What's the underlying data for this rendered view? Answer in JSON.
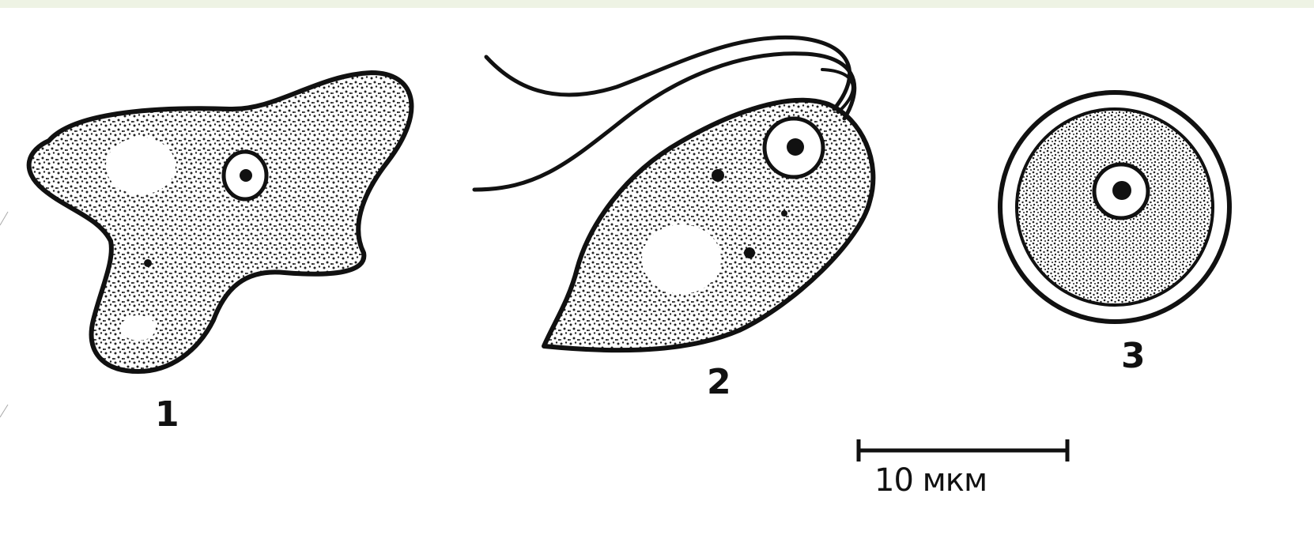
{
  "figure": {
    "labels": {
      "stage_1": "1",
      "stage_2": "2",
      "stage_3": "3"
    },
    "scale_bar": {
      "text": "10 мкм"
    }
  },
  "colors": {
    "background": "#ffffff",
    "top_band": "#eef3e4",
    "ink": "#111111"
  }
}
